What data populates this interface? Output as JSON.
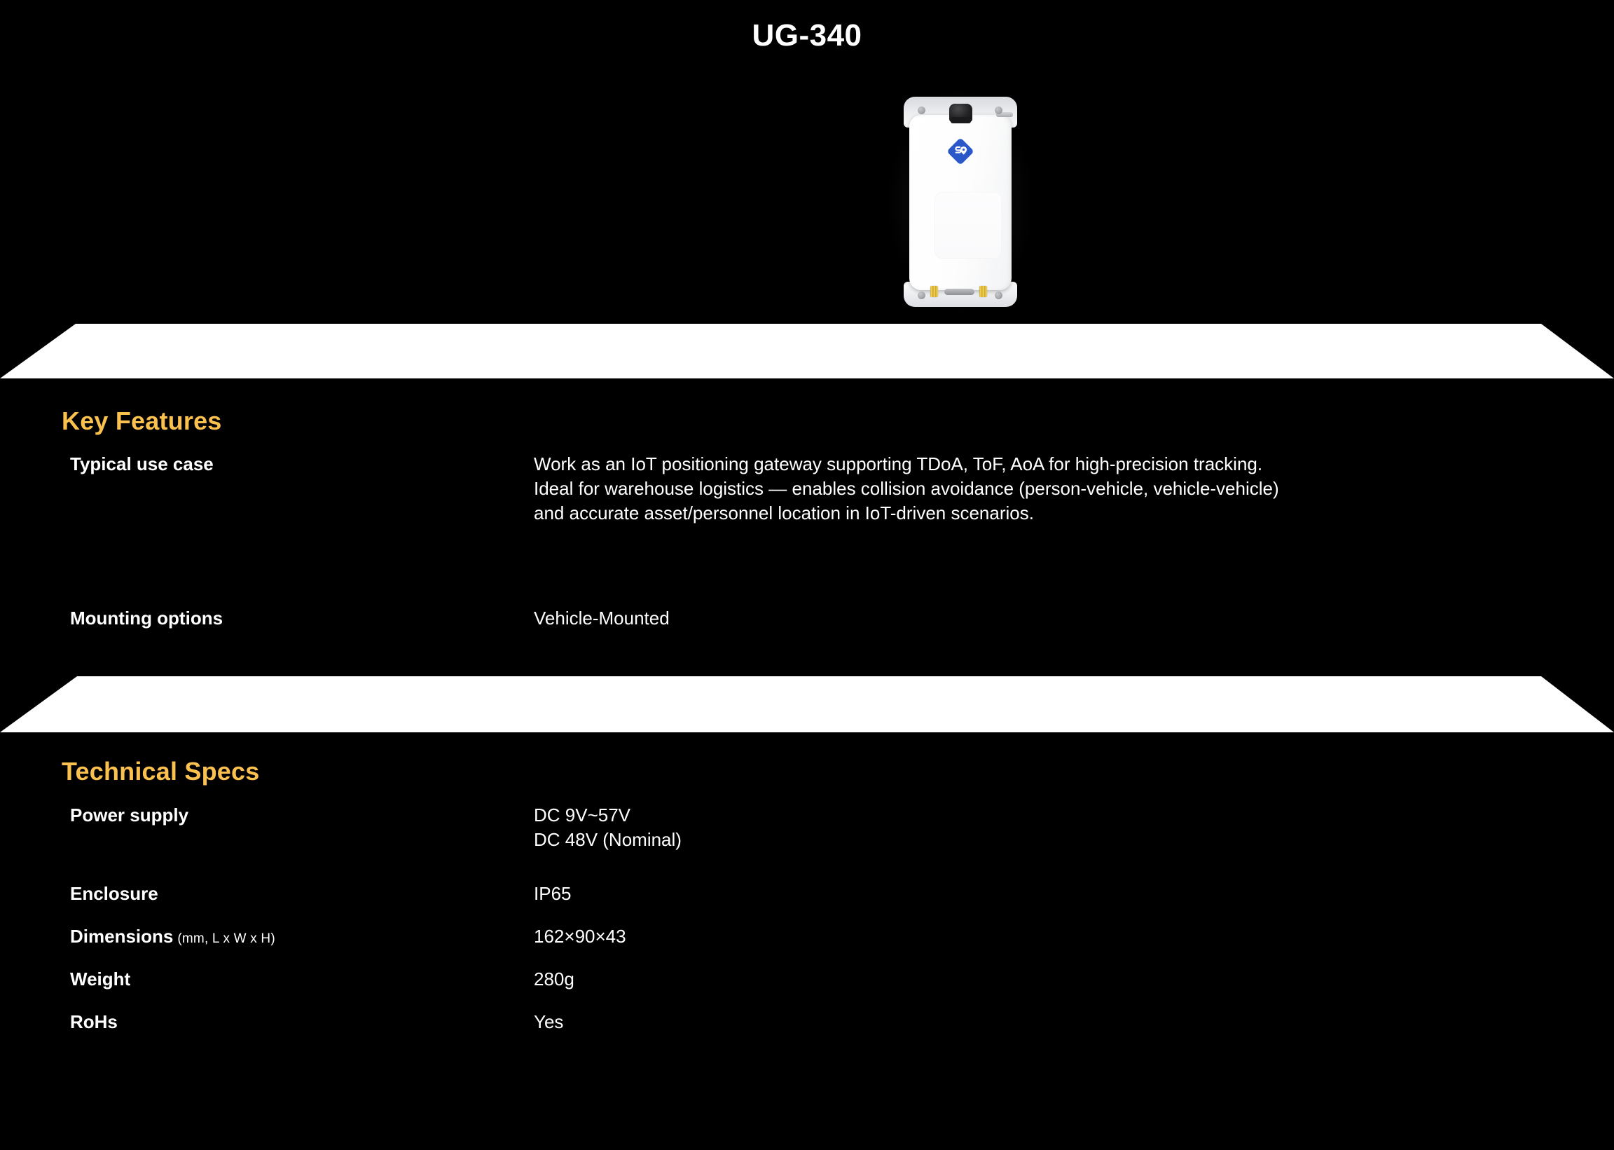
{
  "product": {
    "title": "UG-340",
    "device_image": {
      "logo": "blue-diamond-logo",
      "accent_color": "#2B58C8",
      "body_color": "#FFFFFF",
      "dome_color": "#1A1A1C",
      "connector_color": "#D9AB23"
    }
  },
  "theme": {
    "background": "#000000",
    "heading_accent": "#FBC14E",
    "text": "#FFFFFF",
    "band": "#FFFFFF"
  },
  "sections": [
    {
      "id": "key-features",
      "heading": "Key Features",
      "rows": [
        {
          "label": "Typical use case",
          "sublabel": "",
          "value_lines": [
            "Work as an IoT positioning gateway supporting TDoA, ToF, AoA for high-precision tracking.",
            "Ideal for warehouse logistics — enables collision avoidance (person-vehicle, vehicle-vehicle)",
            "and accurate asset/personnel location in IoT-driven scenarios."
          ]
        },
        {
          "label": "Mounting options",
          "sublabel": "",
          "value_lines": [
            "Vehicle-Mounted"
          ]
        }
      ]
    },
    {
      "id": "technical-specs",
      "heading": "Technical Specs",
      "rows": [
        {
          "label": "Power supply",
          "sublabel": "",
          "value_lines": [
            "DC 9V~57V",
            "DC 48V (Nominal)"
          ]
        },
        {
          "label": "Enclosure",
          "sublabel": "",
          "value_lines": [
            "IP65"
          ]
        },
        {
          "label": "Dimensions",
          "sublabel": "(mm, L x W x H)",
          "value_lines": [
            "162×90×43"
          ]
        },
        {
          "label": "Weight",
          "sublabel": "",
          "value_lines": [
            "280g"
          ]
        },
        {
          "label": "RoHs",
          "sublabel": "",
          "value_lines": [
            "Yes"
          ]
        }
      ]
    }
  ]
}
